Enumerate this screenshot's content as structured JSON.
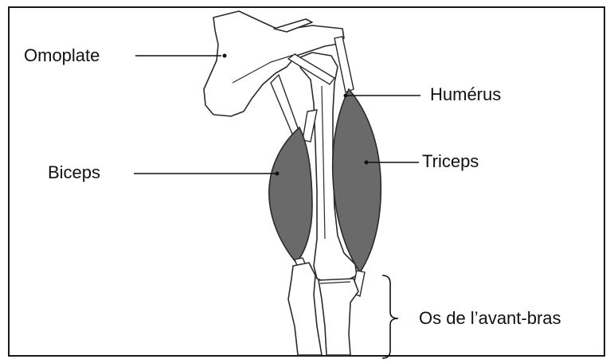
{
  "labels": {
    "scapula": "Omoplate",
    "humerus": "Humérus",
    "biceps": "Biceps",
    "triceps": "Triceps",
    "forearm": "Os de l’avant-bras"
  },
  "colors": {
    "muscle_fill": "#6a6a6a",
    "bone_fill": "#ffffff",
    "outline": "#2a2a2a"
  }
}
